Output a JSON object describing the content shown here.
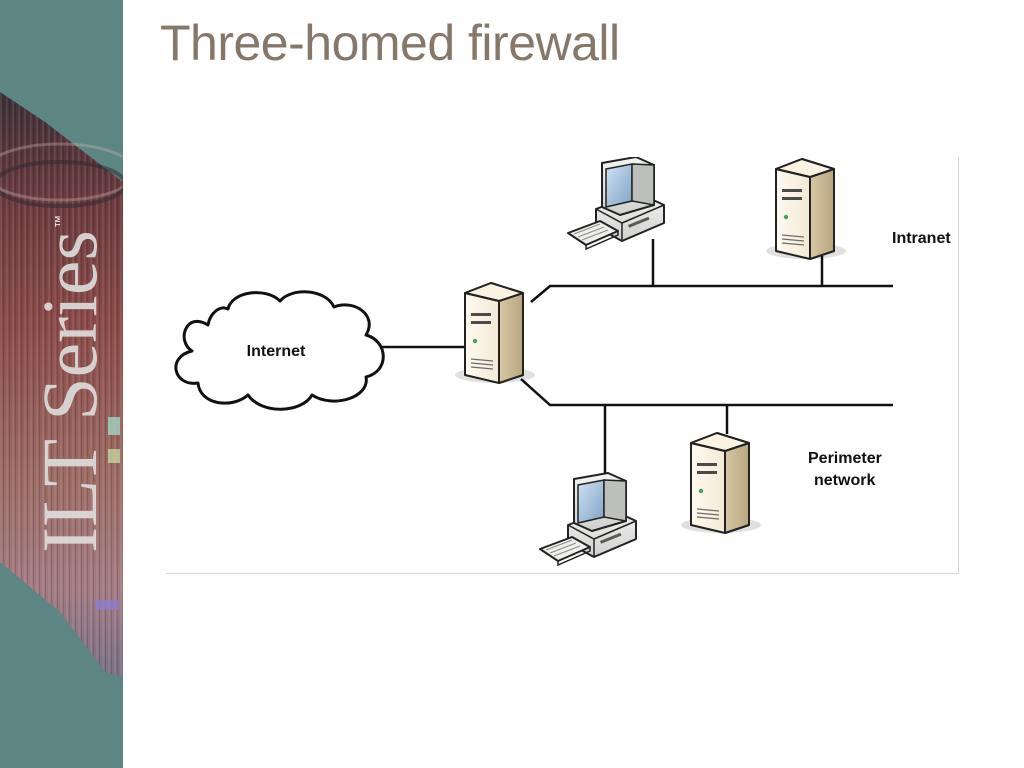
{
  "slide": {
    "title": "Three-homed firewall"
  },
  "branding": {
    "series_name": "ILT Series",
    "trademark": "™",
    "sidebar_color": "#5d8583",
    "title_color": "#85786a"
  },
  "diagram": {
    "nodes": [
      {
        "id": "internet",
        "label": "Internet",
        "kind": "cloud"
      },
      {
        "id": "firewall",
        "label": "",
        "kind": "server"
      },
      {
        "id": "intranet-workstation",
        "label": "",
        "kind": "workstation"
      },
      {
        "id": "intranet-server",
        "label": "",
        "kind": "server"
      },
      {
        "id": "perimeter-workstation",
        "label": "",
        "kind": "workstation"
      },
      {
        "id": "perimeter-server",
        "label": "",
        "kind": "server"
      }
    ],
    "networks": {
      "intranet": "Intranet",
      "perimeter_line1": "Perimeter",
      "perimeter_line2": "network"
    }
  }
}
